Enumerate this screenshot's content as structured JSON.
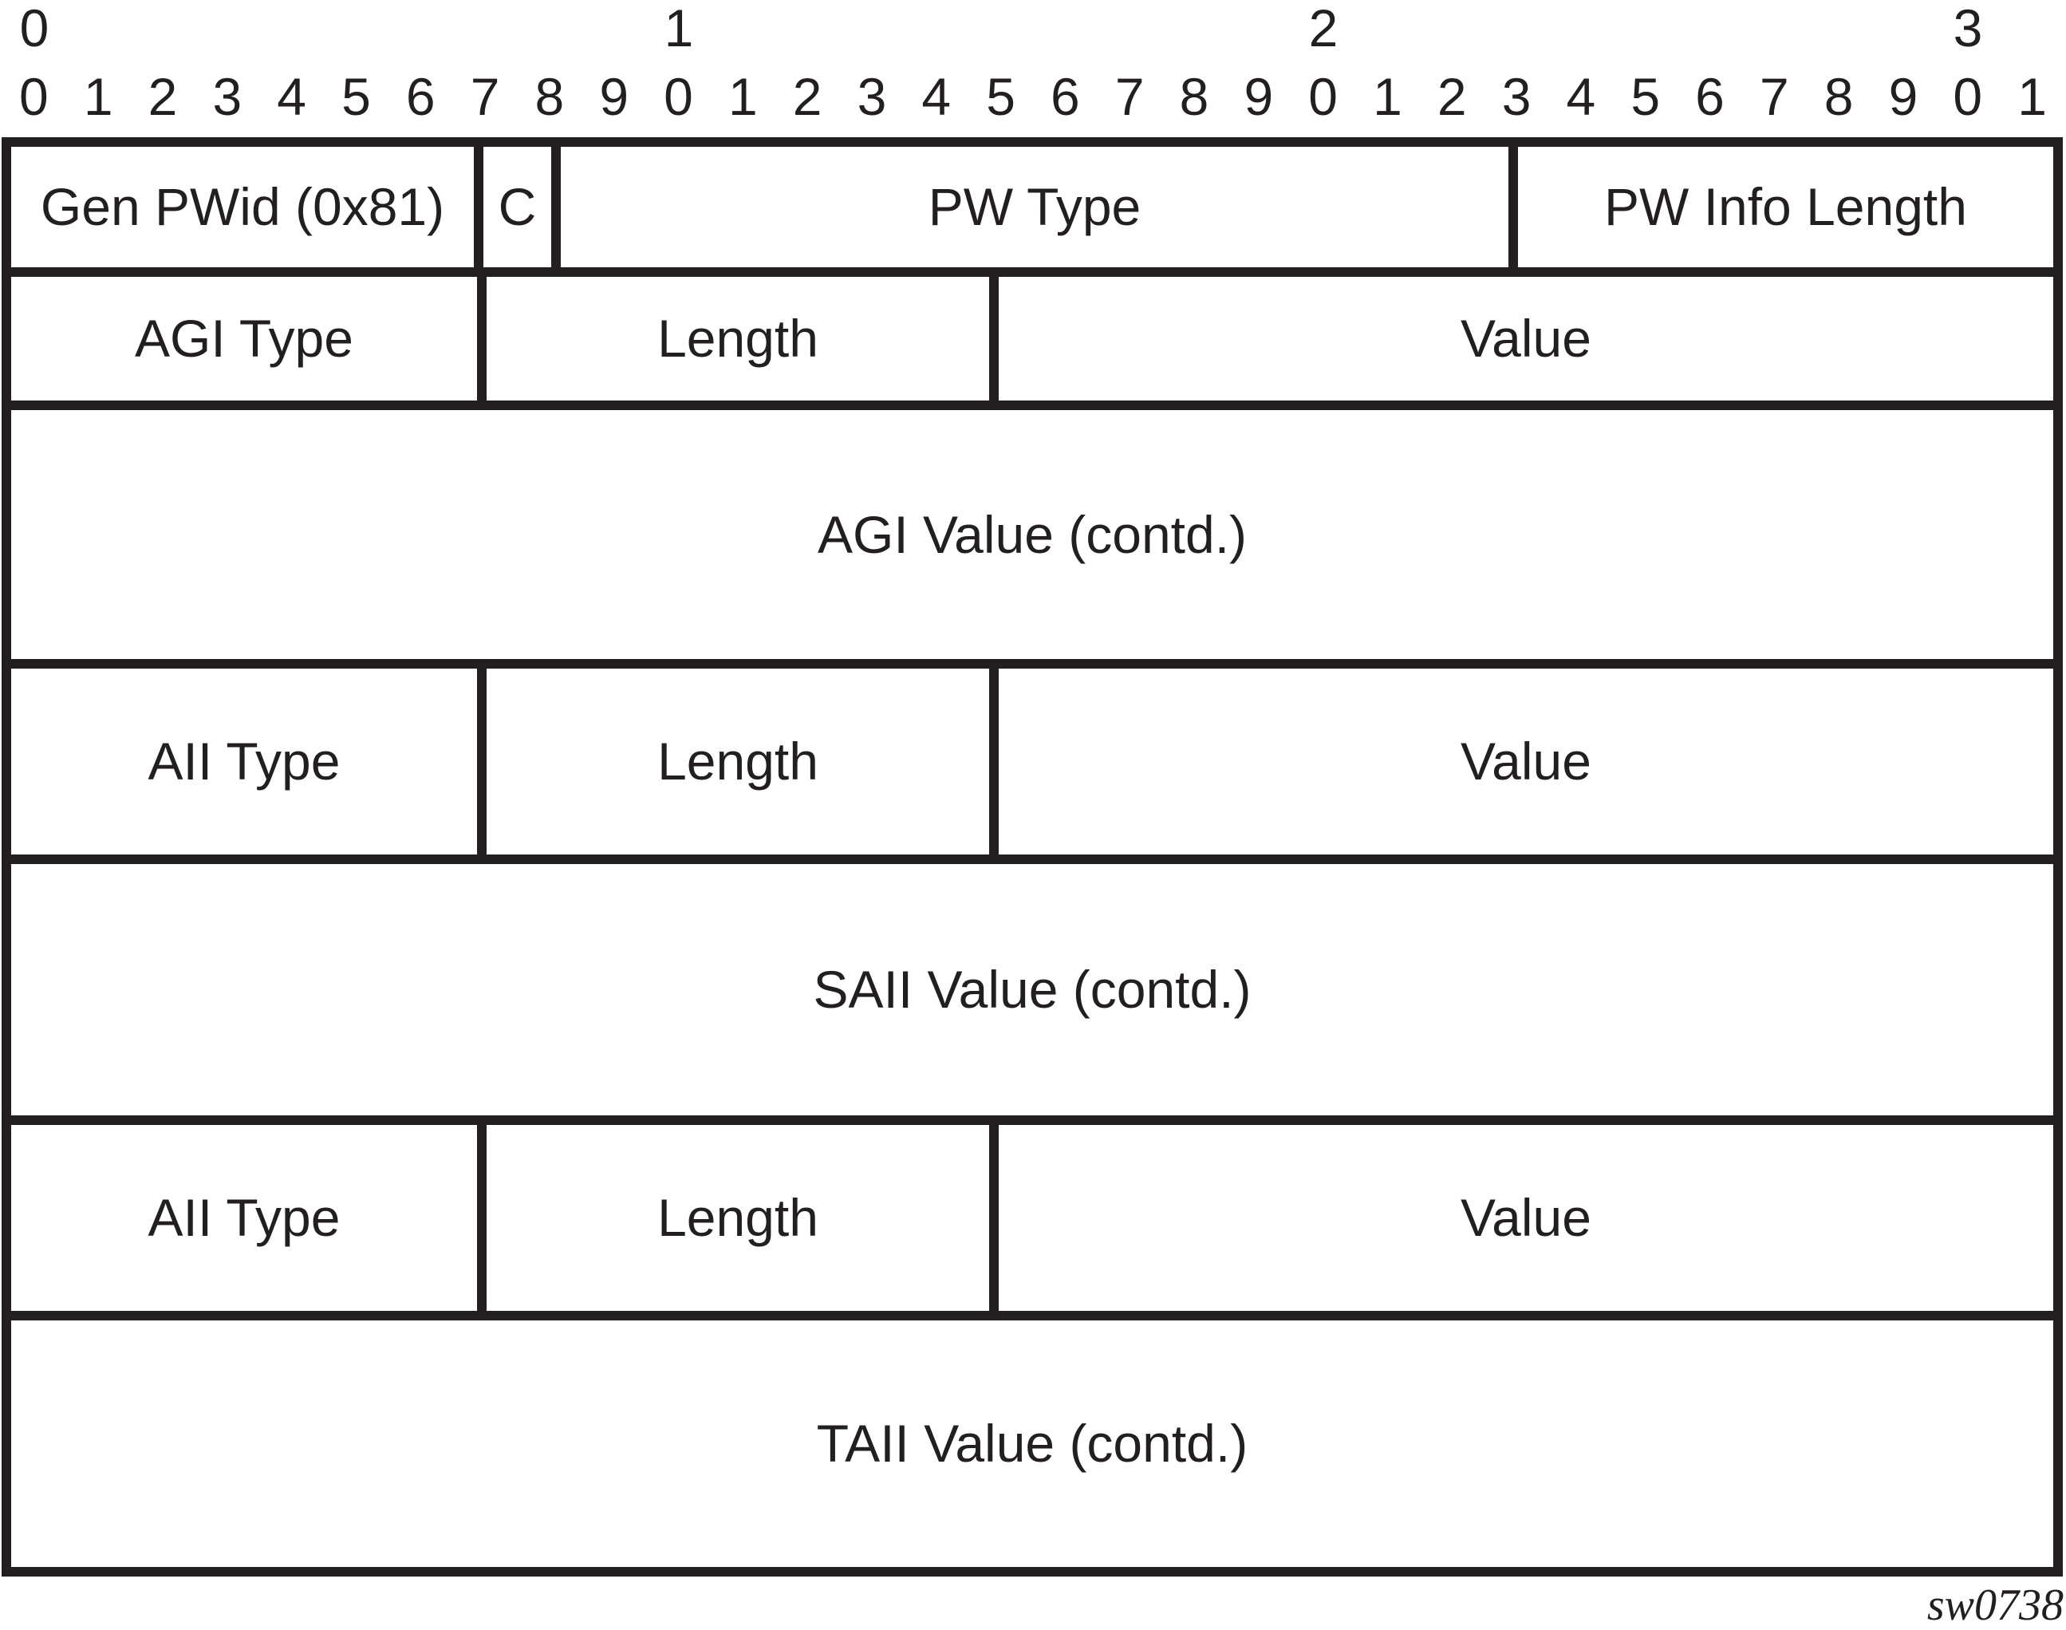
{
  "ruler": {
    "group_labels": [
      "0",
      "1",
      "2",
      "3"
    ],
    "bit_digits": [
      "0",
      "1",
      "2",
      "3",
      "4",
      "5",
      "6",
      "7",
      "8",
      "9",
      "0",
      "1",
      "2",
      "3",
      "4",
      "5",
      "6",
      "7",
      "8",
      "9",
      "0",
      "1",
      "2",
      "3",
      "4",
      "5",
      "6",
      "7",
      "8",
      "9",
      "0",
      "1"
    ]
  },
  "rows": [
    {
      "cells": [
        {
          "label": "Gen PWid (0x81)"
        },
        {
          "label": "C"
        },
        {
          "label": "PW Type"
        },
        {
          "label": "PW Info Length"
        }
      ]
    },
    {
      "cells": [
        {
          "label": "AGI Type"
        },
        {
          "label": "Length"
        },
        {
          "label": "Value"
        }
      ]
    },
    {
      "cells": [
        {
          "label": "AGI Value (contd.)"
        }
      ]
    },
    {
      "cells": [
        {
          "label": "AII Type"
        },
        {
          "label": "Length"
        },
        {
          "label": "Value"
        }
      ]
    },
    {
      "cells": [
        {
          "label": "SAII Value (contd.)"
        }
      ]
    },
    {
      "cells": [
        {
          "label": "AII Type"
        },
        {
          "label": "Length"
        },
        {
          "label": "Value"
        }
      ]
    },
    {
      "cells": [
        {
          "label": "TAII Value (contd.)"
        }
      ]
    }
  ],
  "figure_id": "sw0738",
  "colors": {
    "ink": "#231f20",
    "background": "#ffffff"
  }
}
